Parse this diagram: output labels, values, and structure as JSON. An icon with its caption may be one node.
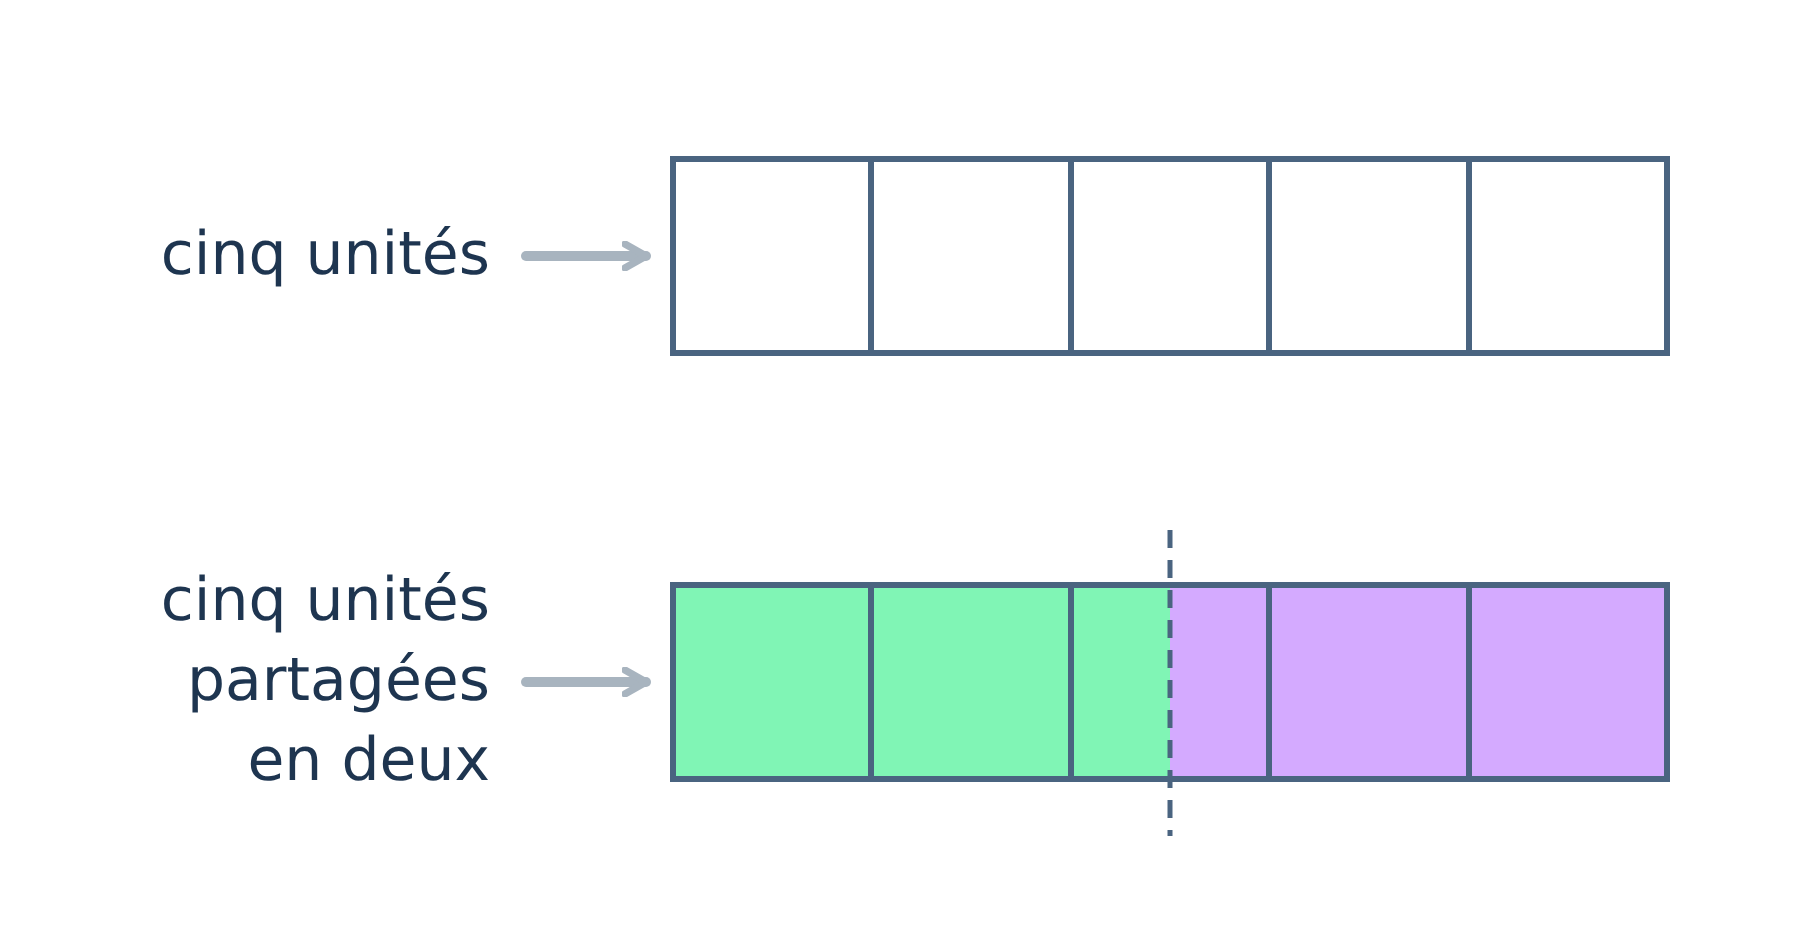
{
  "diagram": {
    "nodes": [
      {
        "text": [
          "cinq unités"
        ]
      },
      {
        "text": [],
        "shape": "bar"
      },
      {
        "text": [
          "cinq unités partagées en deux"
        ]
      },
      {
        "text": [],
        "shape": "bar"
      }
    ],
    "edges": [
      {
        "from": 0,
        "to": 1,
        "arrow": "to"
      },
      {
        "from": 2,
        "to": 3,
        "arrow": "to"
      }
    ]
  }
}
